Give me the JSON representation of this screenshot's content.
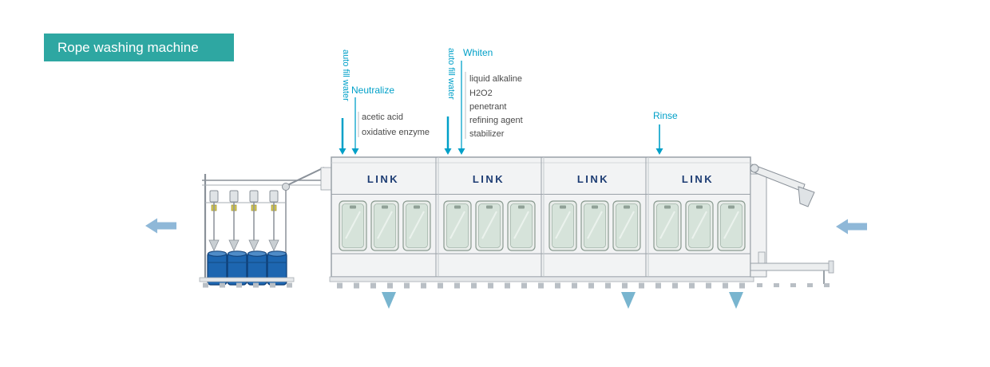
{
  "title": "Rope washing machine",
  "annotations": {
    "auto_fill_water_left": "auto fill water",
    "auto_fill_water_mid": "auto fill water",
    "neutralize_title": "Neutralize",
    "neutralize_items": [
      "acetic acid",
      "oxidative enzyme"
    ],
    "whiten_title": "Whiten",
    "whiten_items": [
      "liquid alkaline",
      "H2O2",
      "penetrant",
      "refining agent",
      "stabilizer"
    ],
    "rinse_title": "Rinse"
  },
  "machine": {
    "sections": [
      "LINK",
      "LINK",
      "LINK",
      "LINK"
    ]
  },
  "colors": {
    "banner_teal": "#2ea7a2",
    "label_cyan": "#00a0c8",
    "link_navy": "#1d3c73",
    "barrel_blue": "#1d66b0",
    "flow_arrow_blue": "#8fb8d8",
    "drain_triangle_blue": "#79b5cf"
  }
}
